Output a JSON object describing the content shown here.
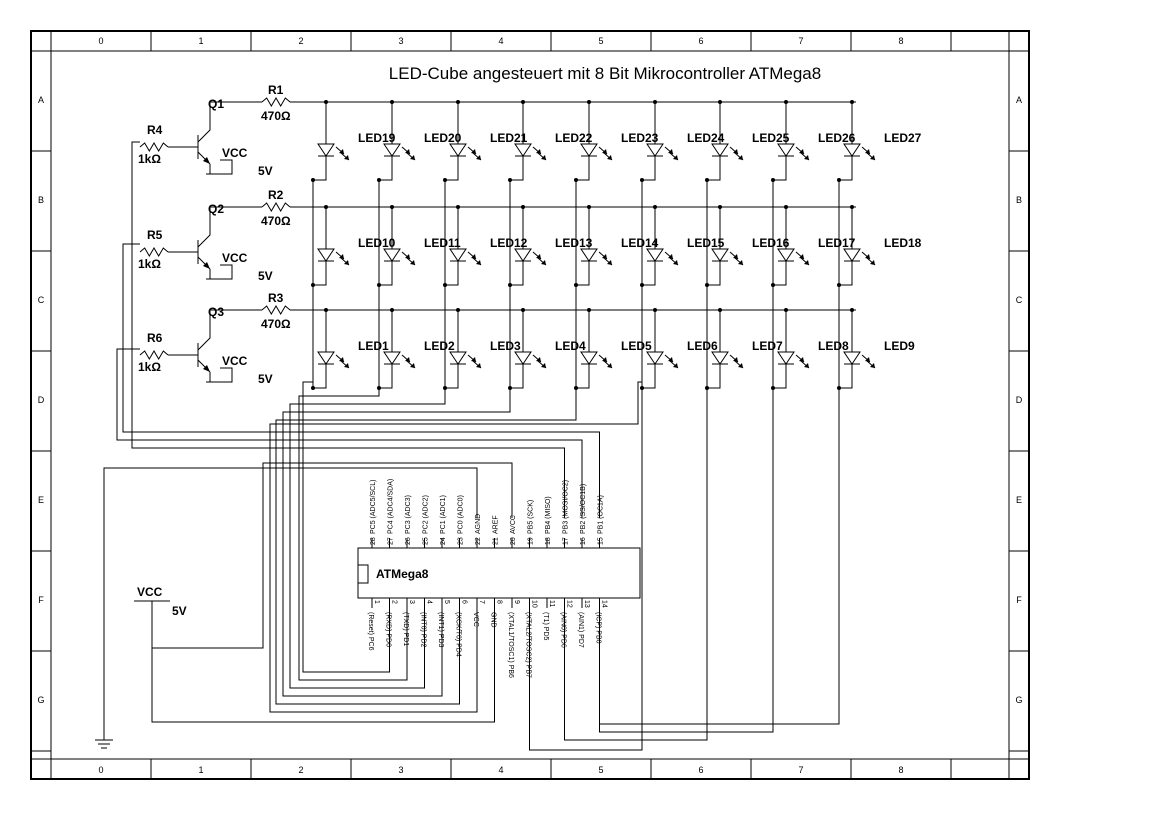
{
  "title": "LED-Cube angesteuert mit 8 Bit Mikrocontroller ATMega8",
  "frame": {
    "columns": [
      "0",
      "1",
      "2",
      "3",
      "4",
      "5",
      "6",
      "7",
      "8"
    ],
    "rows": [
      "A",
      "B",
      "C",
      "D",
      "E",
      "F",
      "G"
    ]
  },
  "transistors": [
    {
      "name": "Q1",
      "resistor": "R4",
      "resistor_value": "1kΩ",
      "supply": "VCC",
      "voltage": "5V"
    },
    {
      "name": "Q2",
      "resistor": "R5",
      "resistor_value": "1kΩ",
      "supply": "VCC",
      "voltage": "5V"
    },
    {
      "name": "Q3",
      "resistor": "R6",
      "resistor_value": "1kΩ",
      "supply": "VCC",
      "voltage": "5V"
    }
  ],
  "layer_resistors": [
    {
      "name": "R1",
      "value": "470Ω"
    },
    {
      "name": "R2",
      "value": "470Ω"
    },
    {
      "name": "R3",
      "value": "470Ω"
    }
  ],
  "led_rows": [
    [
      "LED19",
      "LED20",
      "LED21",
      "LED22",
      "LED23",
      "LED24",
      "LED25",
      "LED26",
      "LED27"
    ],
    [
      "LED10",
      "LED11",
      "LED12",
      "LED13",
      "LED14",
      "LED15",
      "LED16",
      "LED17",
      "LED18"
    ],
    [
      "LED1",
      "LED2",
      "LED3",
      "LED4",
      "LED5",
      "LED6",
      "LED7",
      "LED8",
      "LED9"
    ]
  ],
  "mcu": {
    "name": "ATMega8",
    "top_pins": [
      {
        "num": "28",
        "label": "PC5 (ADC5/SCL)"
      },
      {
        "num": "27",
        "label": "PC4 (ADC4/SDA)"
      },
      {
        "num": "26",
        "label": "PC3 (ADC3)"
      },
      {
        "num": "25",
        "label": "PC2 (ADC2)"
      },
      {
        "num": "24",
        "label": "PC1 (ADC1)"
      },
      {
        "num": "23",
        "label": "PC0 (ADC0)"
      },
      {
        "num": "22",
        "label": "AGND"
      },
      {
        "num": "21",
        "label": "AREF"
      },
      {
        "num": "20",
        "label": "AVCC"
      },
      {
        "num": "19",
        "label": "PB5 (SCK)"
      },
      {
        "num": "18",
        "label": "PB4 (MISO)"
      },
      {
        "num": "17",
        "label": "PB3 (MOSI/OC2)"
      },
      {
        "num": "16",
        "label": "PB2 (SS/OC1B)"
      },
      {
        "num": "15",
        "label": "PB1 (OC1A)"
      }
    ],
    "bottom_pins": [
      {
        "num": "1",
        "label": "(Reset) PC6"
      },
      {
        "num": "2",
        "label": "(RXD) PD0"
      },
      {
        "num": "3",
        "label": "(TXD) PD1"
      },
      {
        "num": "4",
        "label": "(INT0) PD2"
      },
      {
        "num": "5",
        "label": "(INT1) PD3"
      },
      {
        "num": "6",
        "label": "(XCK/T0) PD4"
      },
      {
        "num": "7",
        "label": "VCC"
      },
      {
        "num": "8",
        "label": "GND"
      },
      {
        "num": "9",
        "label": "(XTAL1/TOSC1) PB6"
      },
      {
        "num": "10",
        "label": "(XTAL2/TOSC2) PB7"
      },
      {
        "num": "11",
        "label": "(T1) PD5"
      },
      {
        "num": "12",
        "label": "(AIN0) PD6"
      },
      {
        "num": "13",
        "label": "(AIN1) PD7"
      },
      {
        "num": "14",
        "label": "(ICP) PB0"
      }
    ]
  },
  "supply": {
    "label": "VCC",
    "voltage": "5V"
  }
}
